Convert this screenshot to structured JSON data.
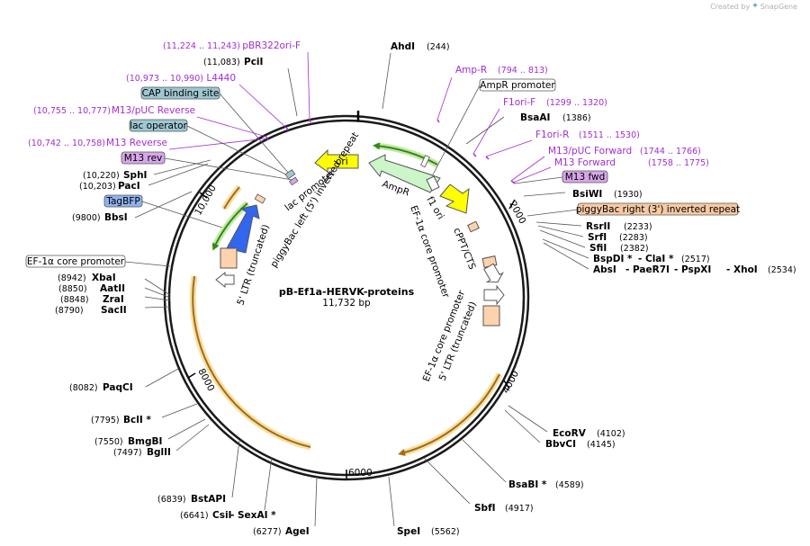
{
  "credit": {
    "prefix": "Created by",
    "brand": "SnapGene"
  },
  "plasmid": {
    "name": "pB-Ef1a-HERVK-proteins",
    "length": "11,732 bp"
  },
  "ticks": [
    "2000",
    "4000",
    "6000",
    "8000",
    "10,000"
  ],
  "enzymes": [
    {
      "name": "AhdI",
      "coord": "(244)"
    },
    {
      "name": "PciI",
      "coord": "(11,083)"
    },
    {
      "name": "BsaAI",
      "coord": "(1386)"
    },
    {
      "name": "BsiWI",
      "coord": "(1930)"
    },
    {
      "name": "RsrII",
      "coord": "(2233)"
    },
    {
      "name": "SrfI",
      "coord": "(2283)"
    },
    {
      "name": "SfiI",
      "coord": "(2382)"
    },
    {
      "name": "BspDI *",
      "coord": "(2517)"
    },
    {
      "name": "ClaI *",
      "coord": ""
    },
    {
      "name": "AbsI",
      "coord": ""
    },
    {
      "name": "PaeR7I",
      "coord": ""
    },
    {
      "name": "PspXI",
      "coord": ""
    },
    {
      "name": "XhoI",
      "coord": "(2534)"
    },
    {
      "name": "EcoRV",
      "coord": "(4102)"
    },
    {
      "name": "BbvCI",
      "coord": "(4145)"
    },
    {
      "name": "BsaBI *",
      "coord": "(4589)"
    },
    {
      "name": "SbfI",
      "coord": "(4917)"
    },
    {
      "name": "SpeI",
      "coord": "(5562)"
    },
    {
      "name": "AgeI",
      "coord": "(6277)"
    },
    {
      "name": "CsiI",
      "coord": "(6641)"
    },
    {
      "name": "SexAI *",
      "coord": ""
    },
    {
      "name": "BstAPI",
      "coord": "(6839)"
    },
    {
      "name": "BglII",
      "coord": "(7497)"
    },
    {
      "name": "BmgBI",
      "coord": "(7550)"
    },
    {
      "name": "BclI *",
      "coord": "(7795)"
    },
    {
      "name": "PaqCI",
      "coord": "(8082)"
    },
    {
      "name": "SacII",
      "coord": "(8790)"
    },
    {
      "name": "ZraI",
      "coord": "(8848)"
    },
    {
      "name": "AatII",
      "coord": "(8850)"
    },
    {
      "name": "XbaI",
      "coord": "(8942)"
    },
    {
      "name": "BbsI",
      "coord": "(9800)"
    },
    {
      "name": "PacI",
      "coord": "(10,203)"
    },
    {
      "name": "SphI",
      "coord": "(10,220)"
    }
  ],
  "primers": [
    {
      "name": "pBR322ori-F",
      "coord": "(11,224 .. 11,243)"
    },
    {
      "name": "L4440",
      "coord": "(10,973 .. 10,990)"
    },
    {
      "name": "M13/pUC Reverse",
      "coord": "(10,755 .. 10,777)"
    },
    {
      "name": "M13 Reverse",
      "coord": "(10,742 .. 10,758)"
    },
    {
      "name": "Amp-R",
      "coord": "(794 .. 813)"
    },
    {
      "name": "F1ori-F",
      "coord": "(1299 .. 1320)"
    },
    {
      "name": "F1ori-R",
      "coord": "(1511 .. 1530)"
    },
    {
      "name": "M13/pUC Forward",
      "coord": "(1744 .. 1766)"
    },
    {
      "name": "M13 Forward",
      "coord": "(1758 .. 1775)"
    }
  ],
  "boxed": [
    {
      "name": "CAP binding site",
      "fill": "#9ec7d2"
    },
    {
      "name": "lac operator",
      "fill": "#9ec7d2"
    },
    {
      "name": "M13 rev",
      "fill": "#d6a6ea"
    },
    {
      "name": "TagBFP",
      "fill": "#8fb3ee"
    },
    {
      "name": "EF-1α core promoter",
      "fill": "#ffffff"
    },
    {
      "name": "AmpR promoter",
      "fill": "#ffffff"
    },
    {
      "name": "M13 fwd",
      "fill": "#d6a6ea"
    },
    {
      "name": "piggyBac right (3') inverted repeat",
      "fill": "#f6c9a3"
    }
  ],
  "features": [
    {
      "name": "ori"
    },
    {
      "name": "AmpR"
    },
    {
      "name": "f1 ori"
    },
    {
      "name": "lac promoter"
    },
    {
      "name": "piggyBac left (5') inverted repeat"
    },
    {
      "name": "5' LTR (truncated)"
    },
    {
      "name": "cPPT/CTS"
    },
    {
      "name": "EF-1α core promoter"
    },
    {
      "name": "EF-1α core promoter"
    },
    {
      "name": "5' LTR (truncated)"
    }
  ],
  "colors": {
    "ori": "#ffff00",
    "ampr": "#ccf5c8",
    "tagbfp": "#3366ee",
    "ltr": "#fdd2ad",
    "orf_glow": "#f7dfa0",
    "orf_line": "#a26b14",
    "green_glow": "#c5e8a3",
    "green_line": "#2f8a1a",
    "primer": "#a12ed0"
  }
}
